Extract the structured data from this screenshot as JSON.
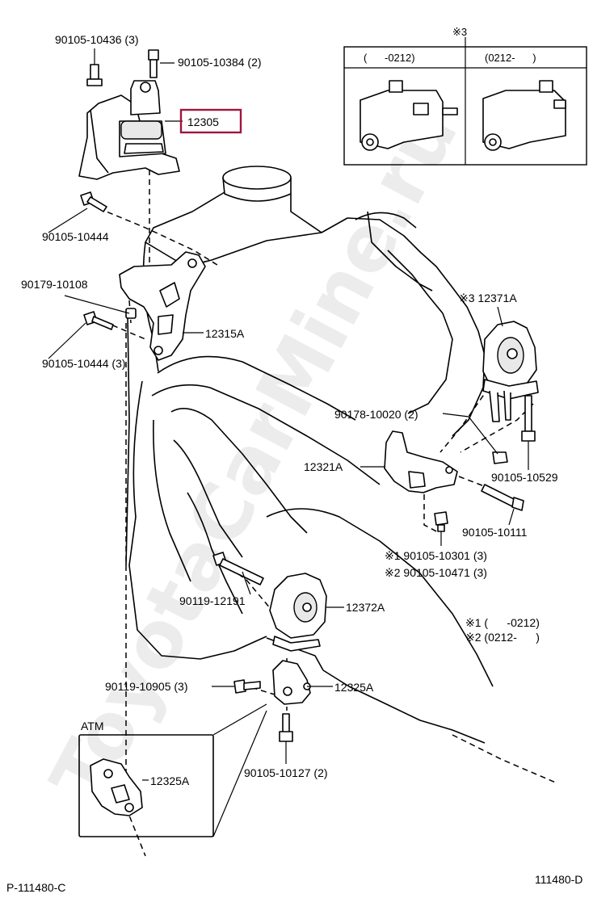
{
  "parts": {
    "p1": "90105-10436 (3)",
    "p2": "90105-10384 (2)",
    "p3": "12305",
    "p4": "90105-10444",
    "p5": "90179-10108",
    "p6": "12315A",
    "p7": "90105-10444 (3)",
    "p8": "※3 12371A",
    "p9": "90178-10020 (2)",
    "p10": "12321A",
    "p11": "90105-10529",
    "p12": "90105-10111",
    "p13": "※1 90105-10301 (3)",
    "p14": "※2 90105-10471 (3)",
    "p15": "90119-12191",
    "p16": "12372A",
    "p17": "90119-10905 (3)",
    "p18": "12325A",
    "p19": "12325A",
    "p20": "90105-10127 (2)"
  },
  "inset": {
    "title": "※3",
    "col1": "(      -0212)",
    "col2": "(0212-      )"
  },
  "notes": {
    "n1": "※1 (      -0212)",
    "n2": "※2 (0212-      )"
  },
  "atm_label": "ATM",
  "footer": {
    "left": "P-111480-C",
    "right": "111480-D"
  },
  "watermark": "ToyotaCarMine.ru",
  "highlight_color": "#a0153e"
}
